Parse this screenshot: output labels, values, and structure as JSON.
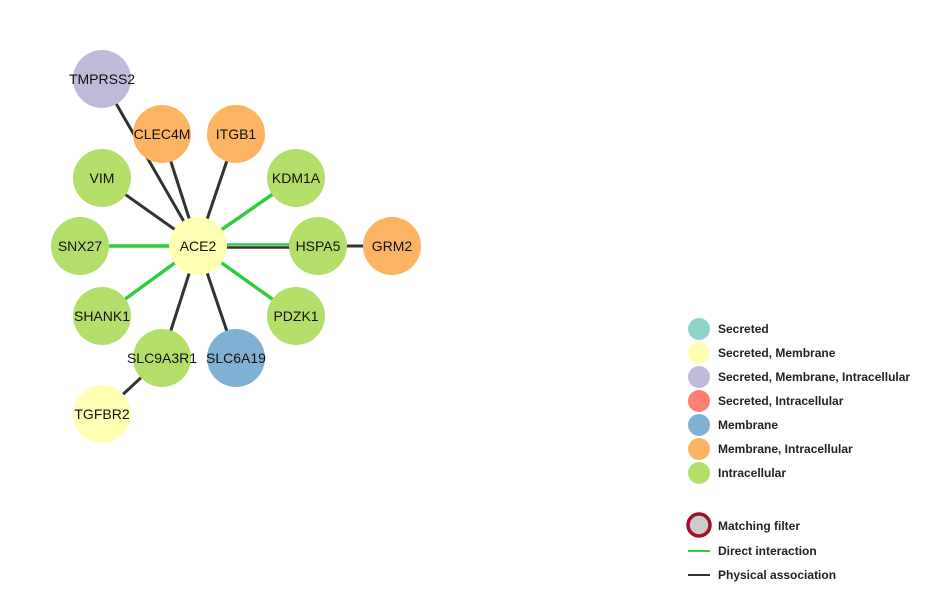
{
  "network": {
    "center": "ACE2",
    "nodes": [
      {
        "id": "ACE2",
        "label": "ACE2",
        "category": "Secreted, Membrane"
      },
      {
        "id": "TMPRSS2",
        "label": "TMPRSS2",
        "category": "Secreted, Membrane, Intracellular"
      },
      {
        "id": "CLEC4M",
        "label": "CLEC4M",
        "category": "Membrane, Intracellular"
      },
      {
        "id": "ITGB1",
        "label": "ITGB1",
        "category": "Membrane, Intracellular"
      },
      {
        "id": "KDM1A",
        "label": "KDM1A",
        "category": "Intracellular"
      },
      {
        "id": "VIM",
        "label": "VIM",
        "category": "Intracellular"
      },
      {
        "id": "SNX27",
        "label": "SNX27",
        "category": "Intracellular"
      },
      {
        "id": "HSPA5",
        "label": "HSPA5",
        "category": "Intracellular"
      },
      {
        "id": "GRM2",
        "label": "GRM2",
        "category": "Membrane, Intracellular"
      },
      {
        "id": "SHANK1",
        "label": "SHANK1",
        "category": "Intracellular"
      },
      {
        "id": "PDZK1",
        "label": "PDZK1",
        "category": "Intracellular"
      },
      {
        "id": "SLC9A3R1",
        "label": "SLC9A3R1",
        "category": "Intracellular"
      },
      {
        "id": "SLC6A19",
        "label": "SLC6A19",
        "category": "Membrane"
      },
      {
        "id": "TGFBR2",
        "label": "TGFBR2",
        "category": "Secreted, Membrane"
      }
    ],
    "edges": [
      {
        "source": "ACE2",
        "target": "TMPRSS2",
        "type": "physical"
      },
      {
        "source": "ACE2",
        "target": "CLEC4M",
        "type": "physical"
      },
      {
        "source": "ACE2",
        "target": "ITGB1",
        "type": "physical"
      },
      {
        "source": "ACE2",
        "target": "KDM1A",
        "type": "direct"
      },
      {
        "source": "ACE2",
        "target": "VIM",
        "type": "physical"
      },
      {
        "source": "ACE2",
        "target": "SNX27",
        "type": "direct"
      },
      {
        "source": "ACE2",
        "target": "HSPA5",
        "type": "mixed"
      },
      {
        "source": "HSPA5",
        "target": "GRM2",
        "type": "physical"
      },
      {
        "source": "ACE2",
        "target": "SHANK1",
        "type": "direct"
      },
      {
        "source": "ACE2",
        "target": "PDZK1",
        "type": "direct"
      },
      {
        "source": "ACE2",
        "target": "SLC9A3R1",
        "type": "physical"
      },
      {
        "source": "ACE2",
        "target": "SLC6A19",
        "type": "physical"
      },
      {
        "source": "SLC9A3R1",
        "target": "TGFBR2",
        "type": "physical"
      }
    ]
  },
  "legend": {
    "categories": [
      {
        "label": "Secreted",
        "color": "#8dd3c7"
      },
      {
        "label": "Secreted, Membrane",
        "color": "#ffffb3"
      },
      {
        "label": "Secreted, Membrane, Intracellular",
        "color": "#bebada"
      },
      {
        "label": "Secreted, Intracellular",
        "color": "#fb8072"
      },
      {
        "label": "Membrane",
        "color": "#80b1d3"
      },
      {
        "label": "Membrane, Intracellular",
        "color": "#fdb462"
      },
      {
        "label": "Intracellular",
        "color": "#b3de69"
      }
    ],
    "matching_filter": "Matching filter",
    "direct_interaction": "Direct interaction",
    "physical_association": "Physical association"
  },
  "colors": {
    "direct": "#2ecc40",
    "physical": "#333333",
    "matching_filter_ring": "#a0102a",
    "matching_filter_fill": "#cccccc"
  }
}
